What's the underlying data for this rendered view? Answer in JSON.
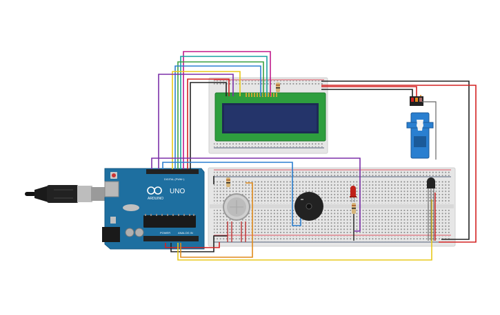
{
  "arduino": {
    "brand": "UNO",
    "logo_text": "ARDUINO",
    "digital_label": "DIGITAL (PWM~)",
    "power_label": "POWER",
    "analog_label": "ANALOG IN"
  },
  "colors": {
    "canvas": "#ffffff",
    "breadboard": "#e6e6e6",
    "board": "#1e6fa0",
    "lcd_pcb": "#2e9e3e",
    "lcd_screen": "#1c2a55",
    "servo": "#2a7fd0",
    "buzzer": "#222222",
    "led": "#c0201a",
    "wire_red": "#d42020",
    "wire_black": "#222222",
    "wire_orange": "#e08a1a",
    "wire_yellow": "#e8c81a",
    "wire_purple": "#7b2fa8",
    "wire_blue": "#2a7fd0",
    "wire_green": "#3aa040",
    "wire_magenta": "#c0188a",
    "wire_teal": "#18a0a0"
  },
  "components": {
    "usb_cable": "usb-plug-icon",
    "lcd": "lcd-16x2-icon",
    "servo": "servo-motor-icon",
    "gas_sensor": "gas-sensor-icon",
    "buzzer": "piezo-buzzer-icon",
    "led": "led-icon",
    "temp_sensor": "temperature-sensor-icon"
  }
}
